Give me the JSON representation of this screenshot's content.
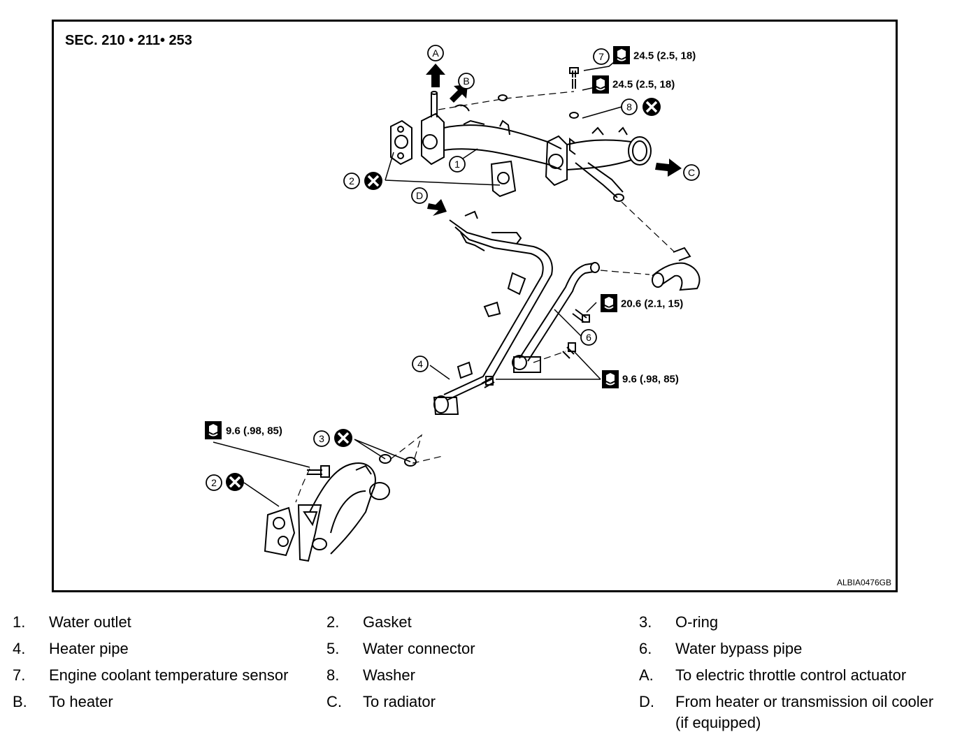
{
  "section_title": "SEC. 210 • 211• 253",
  "figure_id": "ALBIA0476GB",
  "callouts": {
    "A": "A",
    "B": "B",
    "C": "C",
    "D": "D",
    "n1": "1",
    "n2": "2",
    "n3": "3",
    "n4": "4",
    "n6": "6",
    "n7": "7",
    "n8": "8"
  },
  "torques": {
    "t1": "24.5 (2.5, 18)",
    "t2": "24.5 (2.5, 18)",
    "t3": "20.6 (2.1, 15)",
    "t4": "9.6 (.98, 85)",
    "t5": "9.6 (.98, 85)"
  },
  "legend": [
    {
      "num": "1.",
      "label": "Water outlet"
    },
    {
      "num": "2.",
      "label": "Gasket"
    },
    {
      "num": "3.",
      "label": "O-ring"
    },
    {
      "num": "4.",
      "label": "Heater pipe"
    },
    {
      "num": "5.",
      "label": "Water connector"
    },
    {
      "num": "6.",
      "label": "Water bypass pipe"
    },
    {
      "num": "7.",
      "label": "Engine coolant temperature sensor"
    },
    {
      "num": "8.",
      "label": "Washer"
    },
    {
      "num": "A.",
      "label": "To electric throttle control actuator"
    },
    {
      "num": "B.",
      "label": "To heater"
    },
    {
      "num": "C.",
      "label": "To radiator"
    },
    {
      "num": "D.",
      "label": "From heater or transmission oil cooler (if equipped)"
    }
  ]
}
